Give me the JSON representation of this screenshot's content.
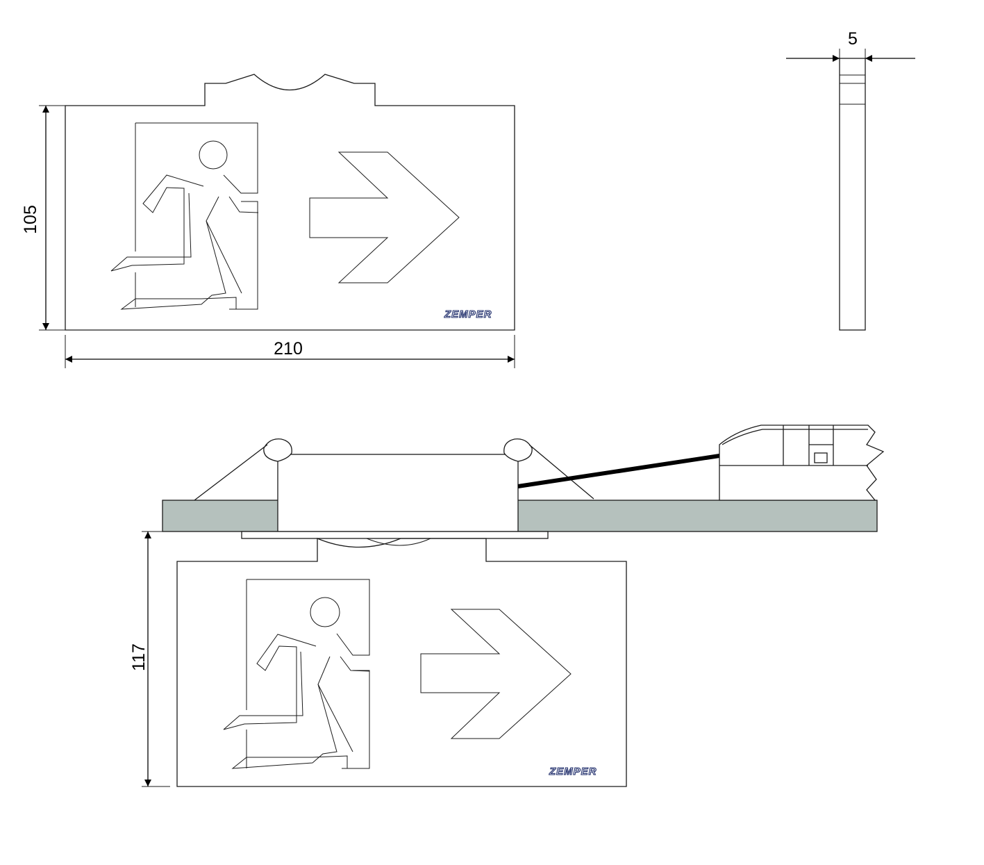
{
  "dimensions": {
    "width": "210",
    "height": "105",
    "thickness": "5",
    "mounted_height": "117"
  },
  "brand": "ZEMPER",
  "colors": {
    "ceiling": "#b5c1bd",
    "line": "#1a1a1a",
    "logo": "#1f2d6b"
  }
}
